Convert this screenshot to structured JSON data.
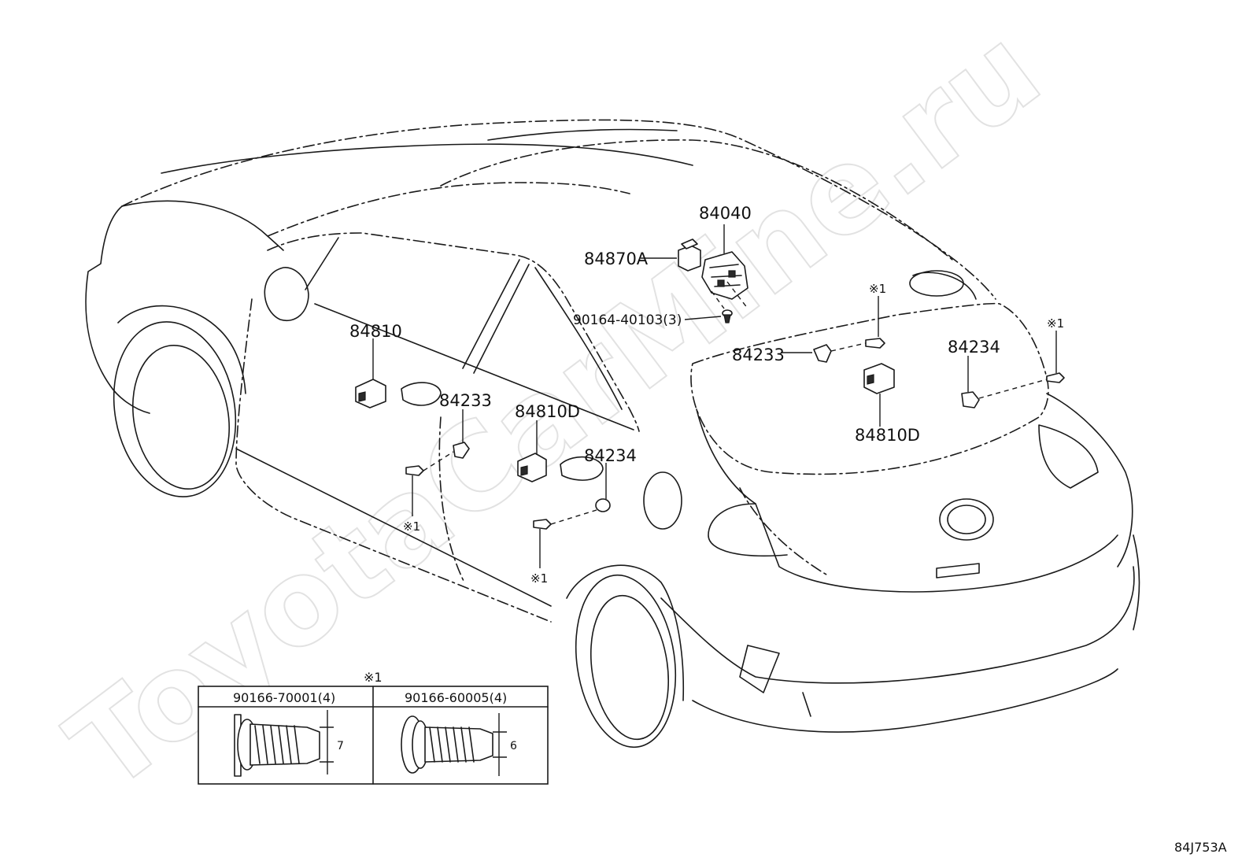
{
  "watermark": "ToyotaCarMine.ru",
  "figure_code": "84J753A",
  "callouts": {
    "p84040": "84040",
    "p84870A": "84870A",
    "p90164": "90164-40103(3)",
    "p84233_center": "84233",
    "p84234_right": "84234",
    "p84810D_right": "84810D",
    "p84810": "84810",
    "p84233_left": "84233",
    "p84810D_mid": "84810D",
    "p84234_mid": "84234",
    "ref1": "※1"
  },
  "legend": {
    "title": "※1",
    "columns": [
      {
        "label": "90166-70001(4)",
        "dimension": "7"
      },
      {
        "label": "90166-60005(4)",
        "dimension": "6"
      }
    ]
  }
}
